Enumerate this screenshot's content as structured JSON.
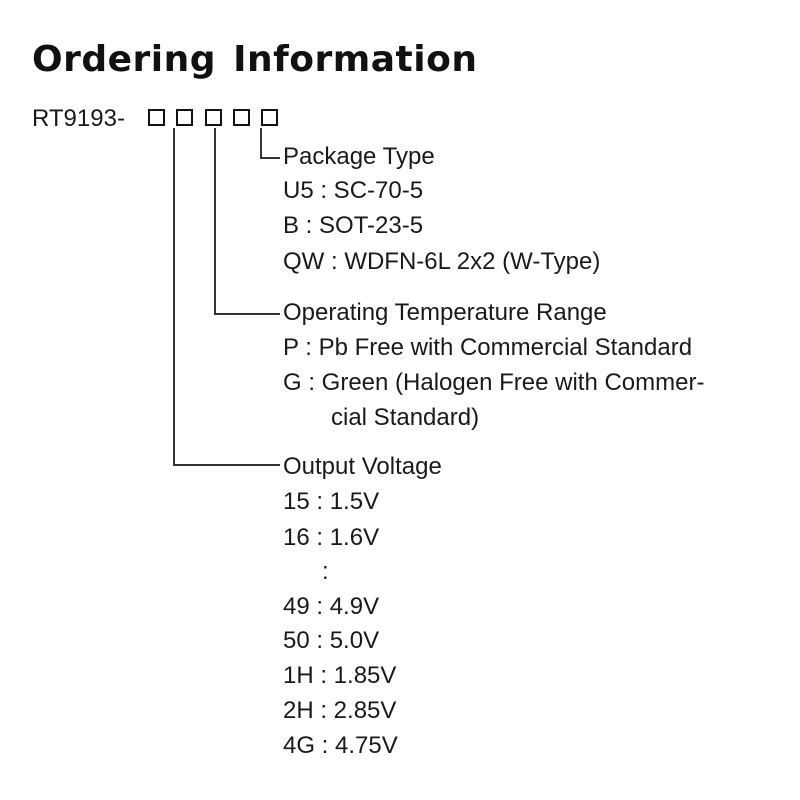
{
  "title": "Ordering Information",
  "part_prefix": "RT9193-",
  "groups": {
    "package": {
      "heading": "Package Type",
      "items": [
        "U5 : SC-70-5",
        "B : SOT-23-5",
        "QW : WDFN-6L 2x2 (W-Type)"
      ]
    },
    "temperature": {
      "heading": "Operating Temperature Range",
      "items": [
        "P : Pb Free with Commercial Standard",
        "G : Green (Halogen Free with Commer-",
        "cial Standard)"
      ]
    },
    "voltage": {
      "heading": "Output Voltage",
      "items": [
        "15 : 1.5V",
        "16 : 1.6V",
        ":",
        "49 : 4.9V",
        "50 : 5.0V",
        "1H : 1.85V",
        "2H : 2.85V",
        "4G : 4.75V"
      ]
    }
  }
}
